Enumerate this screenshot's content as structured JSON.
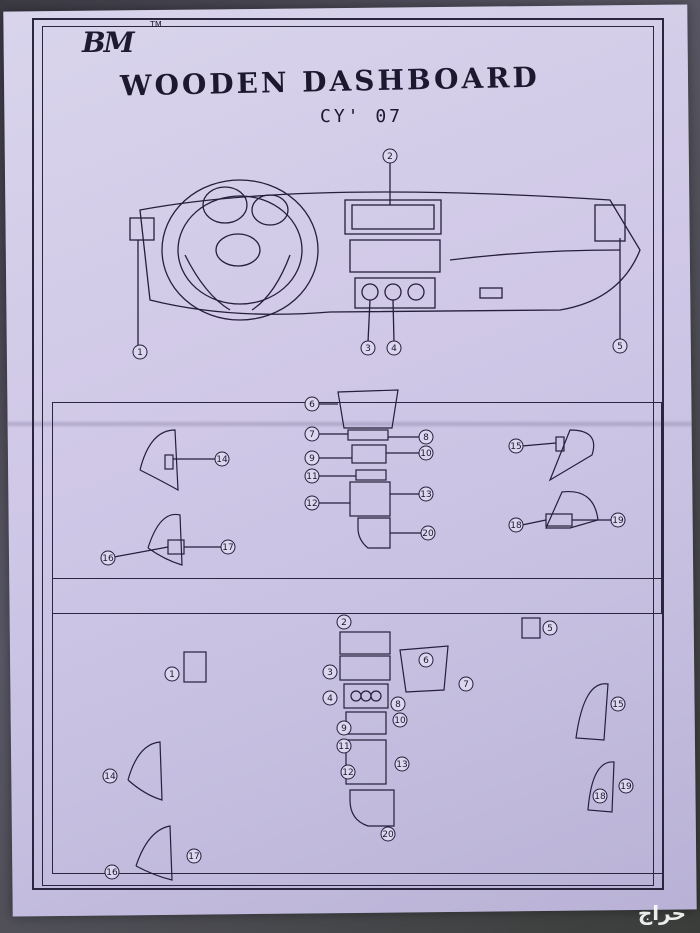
{
  "document": {
    "logo": "BM",
    "logo_tm": "TM",
    "title": "WOODEN DASHBOARD",
    "subtitle": "CY' 07"
  },
  "overview_callouts": [
    "1",
    "2",
    "3",
    "4",
    "5"
  ],
  "parts_top": [
    "6",
    "7",
    "8",
    "9",
    "10",
    "11",
    "12",
    "13",
    "14",
    "15",
    "16",
    "17",
    "18",
    "19",
    "20"
  ],
  "parts_bottom": [
    "1",
    "2",
    "3",
    "4",
    "5",
    "6",
    "7",
    "8",
    "9",
    "10",
    "11",
    "12",
    "13",
    "14",
    "15",
    "16",
    "17",
    "18",
    "19",
    "20"
  ],
  "watermark": "حراج"
}
